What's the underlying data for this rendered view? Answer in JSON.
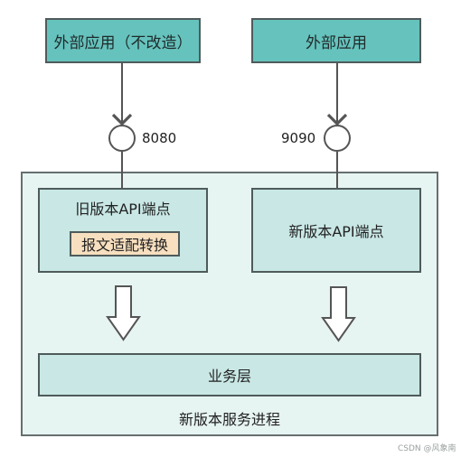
{
  "external_apps": {
    "left_label": "外部应用（不改造）",
    "right_label": "外部应用"
  },
  "ports": {
    "left": "8080",
    "right": "9090"
  },
  "process": {
    "label": "新版本服务进程",
    "old_endpoint_label": "旧版本API端点",
    "adapter_label": "报文适配转换",
    "new_endpoint_label": "新版本API端点",
    "business_layer_label": "业务层"
  },
  "watermark": "CSDN @风象南",
  "colors": {
    "external_app_fill": "#66c2bd",
    "process_fill": "#e6f4f2",
    "endpoint_fill": "#c8e7e5",
    "adapter_fill": "#f7dfbf",
    "stroke": "#4f5b5b"
  }
}
